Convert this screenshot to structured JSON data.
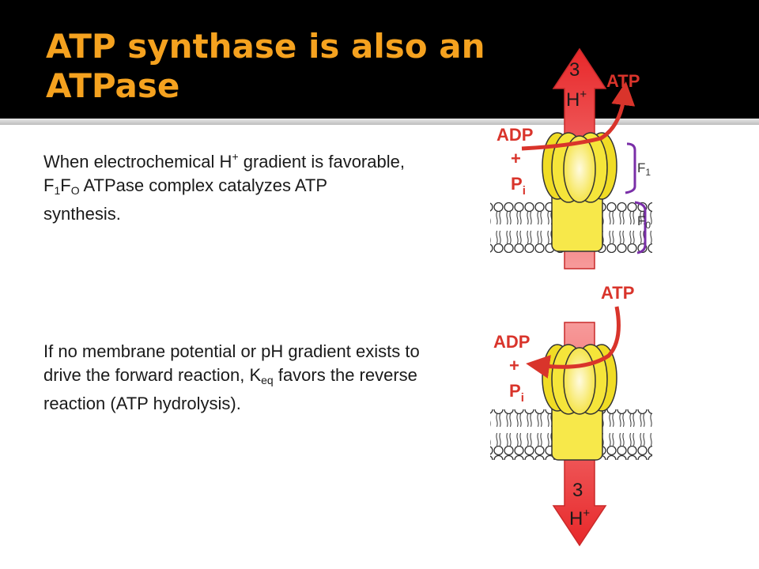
{
  "slide": {
    "title": "ATP synthase is also an ATPase",
    "paragraph_top": {
      "part1": "When electrochemical H",
      "sup1": "+",
      "part2": " gradient is favorable, F",
      "sub1": "1",
      "part3": "F",
      "sub2": "O",
      "part4": " ATPase complex catalyzes ATP synthesis."
    },
    "paragraph_bottom": {
      "part1": "If no membrane potential or pH gradient exists to drive the forward reaction, K",
      "sub1": "eq",
      "part2": " favors the reverse reaction (ATP hydrolysis)."
    }
  },
  "diagram_top": {
    "proton_count": "3",
    "proton_symbol": "H",
    "proton_charge": "+",
    "atp_label": "ATP",
    "adp_label": "ADP",
    "plus_label": "+",
    "pi_label": "P",
    "pi_sub": "i",
    "f1_label": "F",
    "f1_sub": "1",
    "f0_label": "F",
    "f0_sub": "0"
  },
  "diagram_bottom": {
    "proton_count": "3",
    "proton_symbol": "H",
    "proton_charge": "+",
    "atp_label": "ATP",
    "adp_label": "ADP",
    "plus_label": "+",
    "pi_label": "P",
    "pi_sub": "i"
  },
  "colors": {
    "title_bar": "#000000",
    "title_text": "#f5a21f",
    "arrow_red": "#d9342b",
    "proton_arrow": "#f26b6b",
    "enzyme_yellow": "#f7e84a",
    "bracket_purple": "#7a2fa8"
  }
}
